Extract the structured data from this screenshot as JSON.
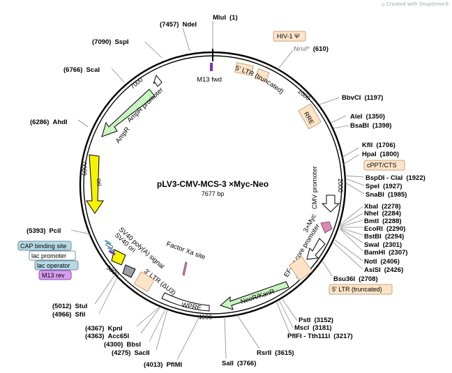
{
  "credit": {
    "icon": "snapgene-icon",
    "text": "Created with SnapGene®"
  },
  "plasmid": {
    "name": "pLV3-CMV-MCS-3 ×Myc-Neo",
    "length_label": "7677 bp"
  },
  "colors": {
    "backbone": "#000000",
    "ltr": "#fde4c8",
    "ltr_border": "#c9a37a",
    "ampr": "#c8f5c0",
    "ori": "#f7f300",
    "neo": "#c8f5c0",
    "cap_box": "#b7d9e6",
    "m13rev_box": "#d99cf0",
    "primer": "#7b2fc9",
    "tag": "#d98cb0",
    "grey": "#9aa0a6",
    "rre": "#fde4c8"
  },
  "ticks": [
    "1000",
    "2000",
    "3000",
    "4000",
    "5000",
    "6000",
    "7000"
  ],
  "sites": [
    {
      "name": "MluI",
      "pos": "(1)"
    },
    {
      "name": "NdeI",
      "pos": "(7457)"
    },
    {
      "name": "SspI",
      "pos": "(7090)"
    },
    {
      "name": "ScaI",
      "pos": "(6766)"
    },
    {
      "name": "AhdI",
      "pos": "(6286)"
    },
    {
      "name": "NruI*",
      "pos": "(610)"
    },
    {
      "name": "BbvCI",
      "pos": "(1197)"
    },
    {
      "name": "AleI",
      "pos": "(1350)"
    },
    {
      "name": "BsaBI",
      "pos": "(1398)"
    },
    {
      "name": "KflI",
      "pos": "(1706)"
    },
    {
      "name": "HpaI",
      "pos": "(1800)"
    },
    {
      "name": "BspDI - ClaI",
      "pos": "(1922)"
    },
    {
      "name": "SpeI",
      "pos": "(1927)"
    },
    {
      "name": "SnaBI",
      "pos": "(1985)"
    },
    {
      "name": "XbaI",
      "pos": "(2278)"
    },
    {
      "name": "NheI",
      "pos": "(2284)"
    },
    {
      "name": "BmtI",
      "pos": "(2288)"
    },
    {
      "name": "EcoRI",
      "pos": "(2290)"
    },
    {
      "name": "BstBI",
      "pos": "(2294)"
    },
    {
      "name": "SwaI",
      "pos": "(2301)"
    },
    {
      "name": "BamHI",
      "pos": "(2307)"
    },
    {
      "name": "NotI",
      "pos": "(2406)"
    },
    {
      "name": "AsiSI",
      "pos": "(2426)"
    },
    {
      "name": "Bsu36I",
      "pos": "(2708)"
    },
    {
      "name": "PstI",
      "pos": "(3152)"
    },
    {
      "name": "MscI",
      "pos": "(3181)"
    },
    {
      "name": "PflFI - Tth111I",
      "pos": "(3217)"
    },
    {
      "name": "RsrII",
      "pos": "(3615)"
    },
    {
      "name": "SalI",
      "pos": "(3766)"
    },
    {
      "name": "PflMI",
      "pos": "(4013)"
    },
    {
      "name": "SacII",
      "pos": "(4275)"
    },
    {
      "name": "BbsI",
      "pos": "(4300)"
    },
    {
      "name": "Acc65I",
      "pos": "(4363)"
    },
    {
      "name": "KpnI",
      "pos": "(4367)"
    },
    {
      "name": "SfiI",
      "pos": "(4966)"
    },
    {
      "name": "StuI",
      "pos": "(5012)"
    },
    {
      "name": "PciI",
      "pos": "(5393)"
    }
  ],
  "features": {
    "m13_fwd": "M13 fwd",
    "ltr5_trunc_inner": "5' LTR (truncated)",
    "hiv1_psi": "HIV-1 Ψ",
    "rre": "RRE",
    "cppt_cts": "cPPT/CTS",
    "cmv_promoter": "CMV promoter",
    "myc": "3×Myc",
    "ef1a": "EF-1α core promoter",
    "ltr5_trunc_outer": "5' LTR (truncated)",
    "neo": "NeoR/KanR",
    "wpre": "WPRE",
    "ltr3": "3' LTR (ΔU3)",
    "factor_xa": "Factor Xa site",
    "sv40_polya": "SV40 poly(A) signal",
    "sv40_ori": "SV40 ori",
    "cap_binding": "CAP binding site",
    "lac_promoter": "lac promoter",
    "lac_operator": "lac operator",
    "m13_rev": "M13 rev",
    "ori": "ori",
    "ampr": "AmpR",
    "ampr_promoter": "AmpR promoter"
  }
}
